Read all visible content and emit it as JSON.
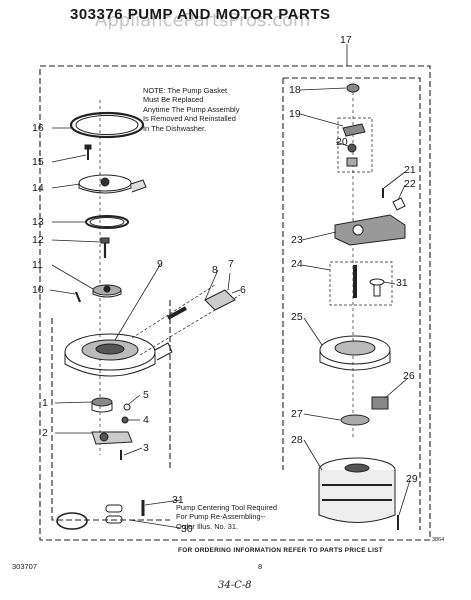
{
  "title": "303376 PUMP AND MOTOR PARTS",
  "watermark": "AppliancePartsPros.com",
  "note_lines": [
    "NOTE: The Pump Gasket",
    "Must Be Replaced",
    "Anytime The Pump Assembly",
    "Is Removed And Reinstalled",
    "In The Dishwasher."
  ],
  "centering_note_lines": [
    "Pump Centering Tool Required",
    "For Pump Re-Assembling--",
    "Order Illus. No. 31."
  ],
  "footer_text": "FOR ORDERING INFORMATION REFER TO PARTS PRICE LIST",
  "doc_number": "303707",
  "page_number": "8",
  "handwritten_mark": "34-C-8",
  "image_code": "3864",
  "callouts": {
    "n1": "1",
    "n2": "2",
    "n3": "3",
    "n4": "4",
    "n5": "5",
    "n6": "6",
    "n7": "7",
    "n8": "8",
    "n9": "9",
    "n10": "10",
    "n11": "11",
    "n12": "12",
    "n13": "13",
    "n14": "14",
    "n15": "15",
    "n16": "16",
    "n17": "17",
    "n18": "18",
    "n19": "19",
    "n20": "20",
    "n21": "21",
    "n22": "22",
    "n23": "23",
    "n24": "24",
    "n25": "25",
    "n26": "26",
    "n27": "27",
    "n28": "28",
    "n29": "29",
    "n30": "30",
    "n31a": "31",
    "n31b": "31"
  }
}
